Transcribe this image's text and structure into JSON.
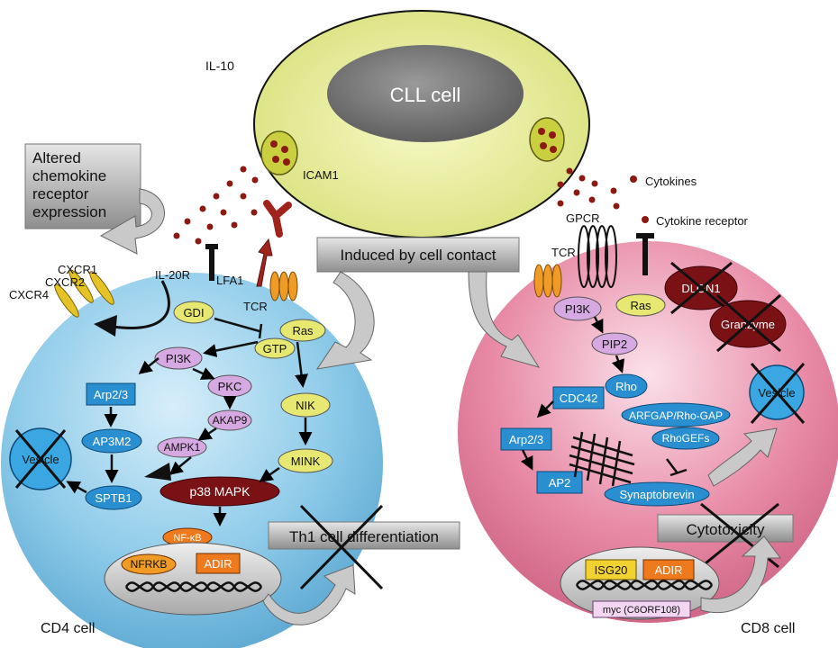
{
  "title_label": "IL-10",
  "cll": {
    "label": "CLL cell",
    "icam": "ICAM1"
  },
  "cells": {
    "cd4": "CD4 cell",
    "cd8": "CD8 cell"
  },
  "callouts": {
    "altered": [
      "Altered",
      "chemokine",
      "receptor",
      "expression"
    ],
    "induced": "Induced by cell contact",
    "th1": "Th1 cell differentiation",
    "cytotoxicity": "Cytotoxicity"
  },
  "cd4": {
    "receptors": {
      "cxcr1": "CXCR1",
      "cxcr2": "CXCR2",
      "cxcr4": "CXCR4",
      "il20r": "IL-20R",
      "lfa1": "LFA1",
      "tcr": "TCR"
    },
    "nodes": {
      "gdi": "GDI",
      "ras": "Ras",
      "gtp": "GTP",
      "pi3k": "PI3K",
      "pkc": "PKC",
      "akap9": "AKAP9",
      "ampk1": "AMPK1",
      "arp23": "Arp2/3",
      "ap3m2": "AP3M2",
      "sptb1": "SPTB1",
      "vesicle": "Vesicle",
      "nik": "NIK",
      "mink": "MINK",
      "p38": "p38 MAPK",
      "nfkb": "NF-κB",
      "nfrkb": "NFRKB",
      "adir": "ADIR"
    }
  },
  "cd8": {
    "legend": {
      "cytokines": "Cytokines",
      "receptor": "Cytokine receptor"
    },
    "receptors": {
      "gpcr": "GPCR",
      "tcr": "TCR"
    },
    "nodes": {
      "pi3k": "PI3K",
      "ras": "Ras",
      "dlgn1": "DLGN1",
      "granzyme": "Granzyme",
      "pip2": "PIP2",
      "rho": "Rho",
      "cdc42": "CDC42",
      "arfgap": "ARFGAP/Rho-GAP",
      "rhogefs": "RhoGEFs",
      "arp23": "Arp2/3",
      "ap2": "AP2",
      "synapto": "Synaptobrevin",
      "vesicle": "Vesicle",
      "isg20": "ISG20",
      "adir": "ADIR",
      "myc": "myc (C6ORF108)"
    }
  },
  "colors": {
    "cd4_cell": "#8ecbe9",
    "cd8_cell": "#e88aa6",
    "cll_cell": "#e7ee9a",
    "node_blue": "#2a8fd0",
    "node_pink": "#d7a9e2",
    "node_yellow": "#e6e872",
    "node_dark": "#7a1115",
    "node_orange": "#ef7a1d"
  }
}
